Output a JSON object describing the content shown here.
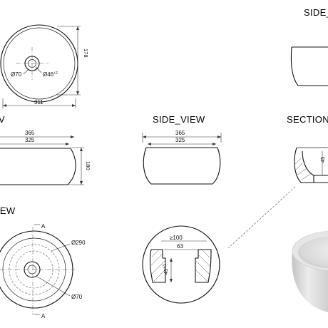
{
  "views": {
    "side_view_top_label": "SIDE_",
    "left_view_label": "V",
    "side_view_label": "SIDE_VIEW",
    "section_label": "SECTION",
    "bottom_view_label": "IEW"
  },
  "top_view": {
    "dim_width": "311",
    "dim_height": "178",
    "dim_drain": "Ø70",
    "dim_drain_inner": "Ø46",
    "dim_drain_inner_sup": "+2"
  },
  "front_view": {
    "dim_outer": "365",
    "dim_inner": "325",
    "dim_height": "180"
  },
  "side_view": {
    "dim_outer": "365",
    "dim_inner": "325"
  },
  "section_view": {
    "dim_partial": "45"
  },
  "bottom_view": {
    "section_marker_top": "A",
    "section_marker_bottom": "A",
    "dim_ring": "Ø290",
    "dim_drain": "Ø70"
  },
  "detail_view": {
    "dim_top": "≥100",
    "dim_mid": "63",
    "dim_depth": "45",
    "dim_depth_sup": "+3"
  }
}
